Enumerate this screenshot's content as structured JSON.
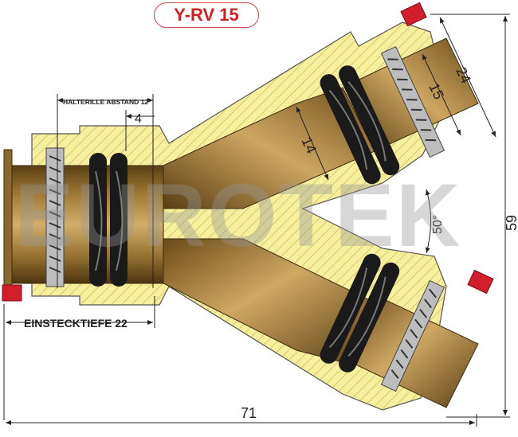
{
  "title": "Y-RV 15",
  "watermark": "EUROTEK",
  "dimensions": {
    "halterille": "HALTERILLE ABSTAND 12",
    "width_4": "4",
    "einstecktiefe": "EINSTECKTIEFE 22",
    "total_width": "71",
    "total_height": "59",
    "outlet_24": "24",
    "outlet_15": "15",
    "bore_14": "14",
    "angle": "50°"
  },
  "colors": {
    "body_hatch": "#f6ef9e",
    "hatch_line": "#c8aa48",
    "bronze": "#a4803c",
    "bronze_light": "#d6b26a",
    "seal": "#1a1a1a",
    "clip": "#d8d8d8",
    "red_ring": "#d21e2c",
    "title_red": "#d02020",
    "dimension_line": "#222222"
  }
}
